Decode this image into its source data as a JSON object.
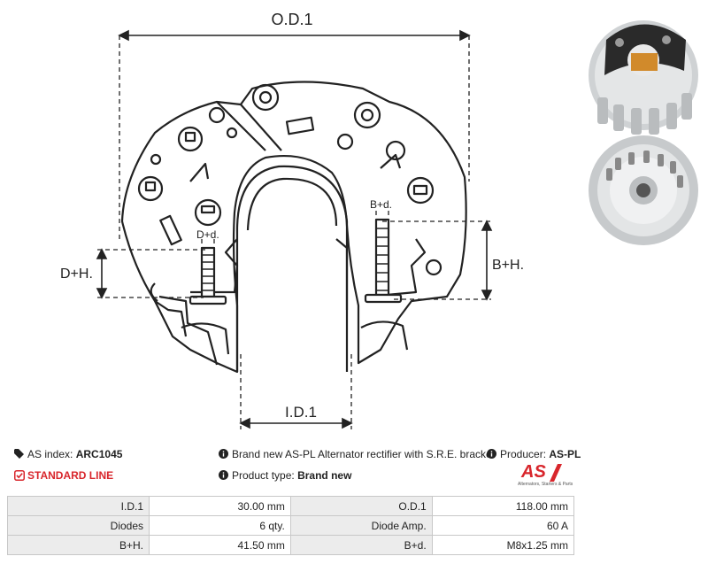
{
  "drawing": {
    "od_label": "O.D.1",
    "id_label": "I.D.1",
    "dh_label": "D+H.",
    "bh_label": "B+H.",
    "dd_label": "D+d.",
    "bd_label": "B+d."
  },
  "info": {
    "as_index_label": "AS index:",
    "as_index_value": "ARC1045",
    "line_label": "STANDARD LINE",
    "description": "Brand new AS-PL Alternator rectifier with S.R.E. bracket",
    "product_type_label": "Product type:",
    "product_type_value": "Brand new",
    "producer_label": "Producer:",
    "producer_value": "AS-PL"
  },
  "logo": {
    "mark": "AS",
    "tagline": "Alternators, Starters & Parts"
  },
  "specs": [
    {
      "label1": "I.D.1",
      "value1": "30.00 mm",
      "label2": "O.D.1",
      "value2": "118.00 mm"
    },
    {
      "label1": "Diodes",
      "value1": "6 qty.",
      "label2": "Diode Amp.",
      "value2": "60 A"
    },
    {
      "label1": "B+H.",
      "value1": "41.50 mm",
      "label2": "B+d.",
      "value2": "M8x1.25 mm"
    }
  ],
  "colors": {
    "accent": "#d8262c",
    "label_bg": "#ececec",
    "border": "#c8c8c8"
  },
  "icons": [
    "tag-icon",
    "check-square-icon",
    "info-icon"
  ]
}
